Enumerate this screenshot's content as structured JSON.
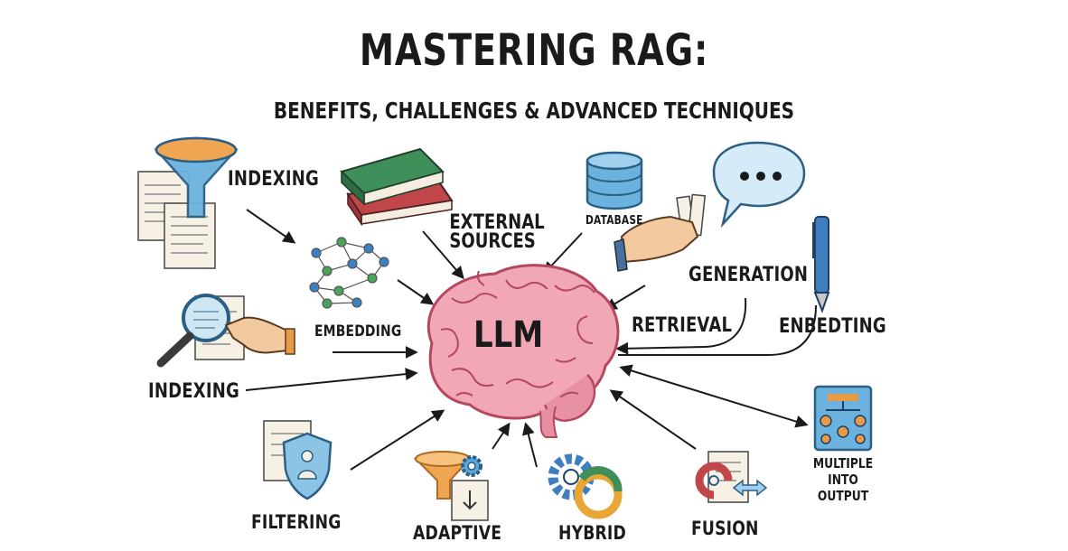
{
  "title": "MASTERING RAG:",
  "subtitle": "BENEFITS, CHALLENGES & ADVANCED TECHNIQUES",
  "center_label": "LLM",
  "labels": {
    "indexing_top": "INDEXING",
    "external_sources_1": "EXTERNAL",
    "external_sources_2": "SOURCES",
    "database": "DATABASE",
    "generation": "GENERATION",
    "embedding": "EMBEDDING",
    "retrieval": "RETRIEVAL",
    "enbedting": "ENBEDTING",
    "indexing_left": "INDEXING",
    "filtering": "FILTERING",
    "adaptive": "ADAPTIVE",
    "hybrid": "HYBRID",
    "fusion": "FUSION",
    "multiple_1": "MULTIPLE",
    "multiple_2": "INTO",
    "multiple_3": "OUTPUT"
  },
  "colors": {
    "brain": "#f2a7b6",
    "brain_line": "#b3485f",
    "funnel": "#e89a45",
    "blue": "#5aa7d8",
    "book_green": "#3f8f5a",
    "book_red": "#c0464a"
  },
  "icons": [
    "funnel-icon",
    "network-icon",
    "magnifier-icon",
    "books-icon",
    "database-icon",
    "hand-icon",
    "speech-bubble-icon",
    "pen-icon",
    "shield-person-icon",
    "gear-funnel-icon",
    "gears-icon",
    "fusion-icon",
    "process-board-icon",
    "brain-icon"
  ]
}
